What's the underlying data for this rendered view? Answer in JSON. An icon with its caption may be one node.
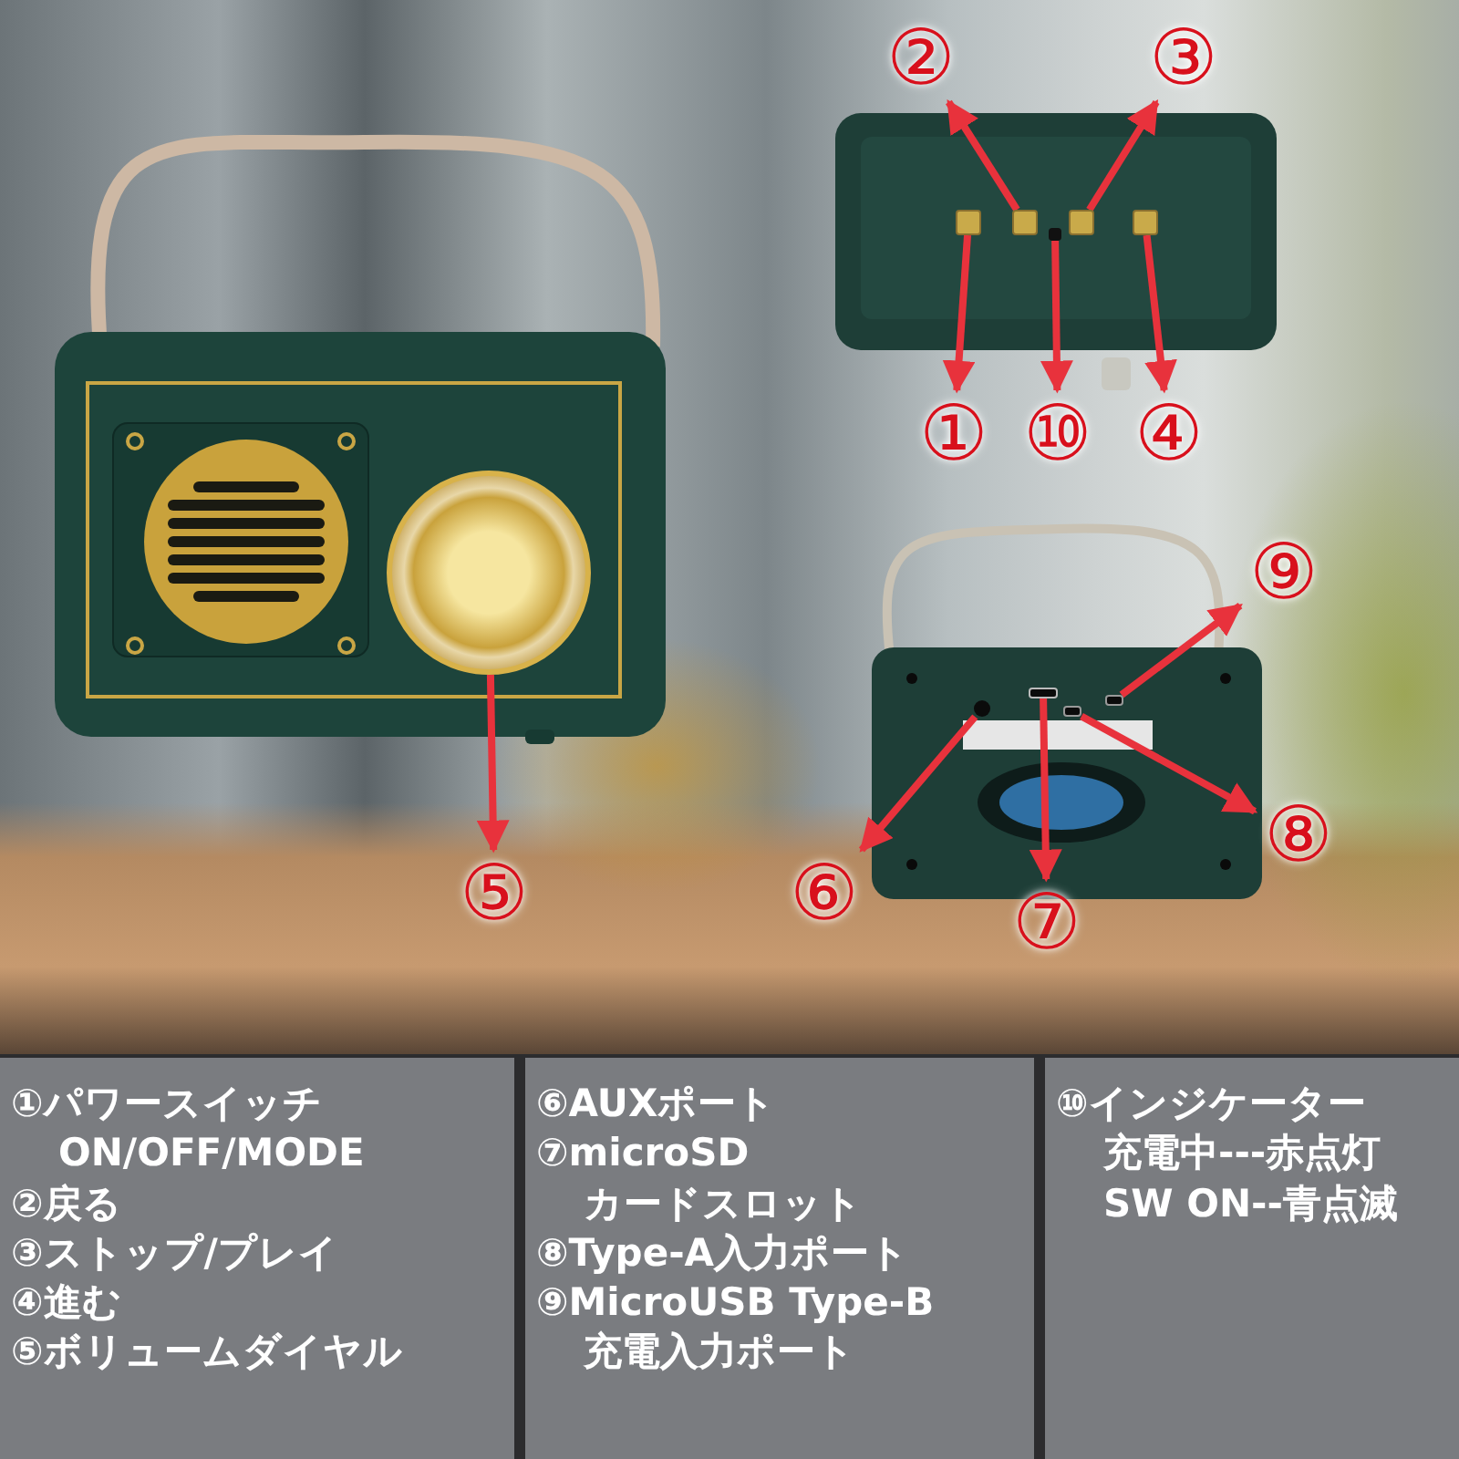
{
  "diagram": {
    "nodes": [
      {
        "text": [],
        "shape": "circle"
      },
      {
        "text": [
          "⑤"
        ]
      },
      {
        "text": [],
        "shape": "box"
      },
      {
        "text": [
          "①"
        ]
      },
      {
        "text": [],
        "shape": "box"
      },
      {
        "text": [
          "②"
        ]
      },
      {
        "text": [],
        "shape": "box"
      },
      {
        "text": [
          "③"
        ]
      },
      {
        "text": [],
        "shape": "box"
      },
      {
        "text": [
          "⑩"
        ]
      },
      {
        "text": [],
        "shape": "box"
      },
      {
        "text": [
          "④"
        ]
      },
      {
        "text": [],
        "shape": "circle"
      },
      {
        "text": [
          "⑥"
        ]
      },
      {
        "text": [],
        "shape": "box"
      },
      {
        "text": [
          "⑦"
        ]
      },
      {
        "text": [],
        "shape": "box"
      },
      {
        "text": [
          "⑧"
        ]
      },
      {
        "text": [],
        "shape": "box"
      },
      {
        "text": [
          "⑨"
        ]
      }
    ],
    "edges": [
      {
        "from": 0,
        "to": 1,
        "arrow": "to"
      },
      {
        "from": 2,
        "to": 3,
        "arrow": "to"
      },
      {
        "from": 4,
        "to": 5,
        "arrow": "to"
      },
      {
        "from": 6,
        "to": 7,
        "arrow": "to"
      },
      {
        "from": 8,
        "to": 9,
        "arrow": "to"
      },
      {
        "from": 10,
        "to": 11,
        "arrow": "to"
      },
      {
        "from": 12,
        "to": 13,
        "arrow": "to"
      },
      {
        "from": 14,
        "to": 15,
        "arrow": "to"
      },
      {
        "from": 16,
        "to": 17,
        "arrow": "to"
      },
      {
        "from": 18,
        "to": 19,
        "arrow": "to"
      }
    ],
    "labels": [
      "①パワースイッチ",
      "ON/OFF/MODE",
      "②戻る",
      "③ストップ/プレイ",
      "④進む",
      "⑤ボリュームダイヤル",
      "⑥AUXポート",
      "⑦microSD",
      "カードスロット",
      "⑧Type-A入力ポート",
      "⑨MicroUSB Type-B",
      "充電入力ポート",
      "⑩インジケーター",
      "充電中---赤点灯",
      "SW ON--青点滅"
    ]
  }
}
